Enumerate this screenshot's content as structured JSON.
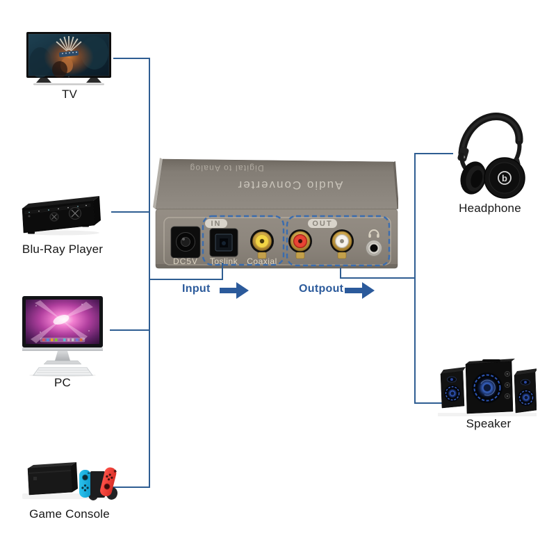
{
  "diagram": {
    "left_devices": [
      {
        "label": "TV"
      },
      {
        "label": "Blu-Ray Player"
      },
      {
        "label": "PC"
      },
      {
        "label": "Game Console"
      }
    ],
    "right_devices": [
      {
        "label": "Headphone"
      },
      {
        "label": "Speaker"
      }
    ],
    "converter": {
      "top_text_small": "Digital to Analog",
      "top_text_large": "Audio Converter",
      "power_port_label": "DC5V",
      "in_group_label": "IN",
      "toslink_port_label": "Toslink",
      "coaxial_port_label": "Coaxial",
      "out_group_label": "OUT"
    },
    "flow": {
      "input_label": "Input",
      "output_label": "Outpout"
    },
    "colors": {
      "connector_line": "#2e5d92",
      "flow_accent": "#2b5a9b",
      "dashed_group_outline": "#3a6cae",
      "device_label_text": "#161616",
      "converter_body_grey": "#8c857c",
      "coaxial_center_yellow": "#f2d545",
      "rca_red": "#e23a2a",
      "rca_white": "#f3f0e9",
      "joycon_blue": "#17b3e4",
      "joycon_red": "#f23b35"
    }
  }
}
